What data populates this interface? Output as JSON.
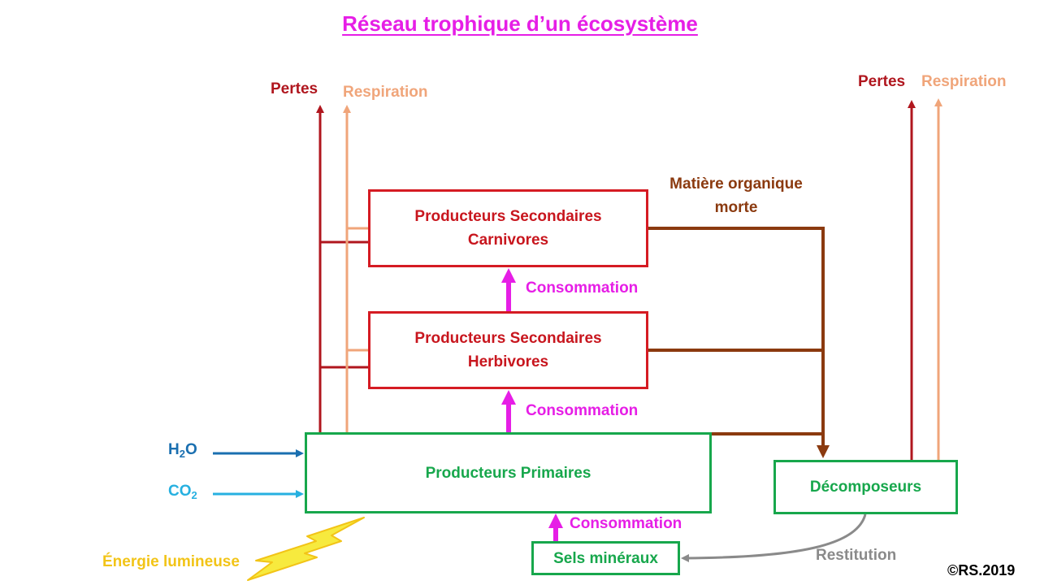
{
  "title": "Réseau trophique d’un écosystème",
  "boxes": {
    "carnivores": {
      "line1": "Producteurs Secondaires",
      "line2": "Carnivores"
    },
    "herbivores": {
      "line1": "Producteurs Secondaires",
      "line2": "Herbivores"
    },
    "primaires": "Producteurs Primaires",
    "decomposeurs": "Décomposeurs",
    "sels": "Sels minéraux"
  },
  "labels": {
    "pertes_left": "Pertes",
    "respiration_left": "Respiration",
    "pertes_right": "Pertes",
    "respiration_right": "Respiration",
    "matiere": {
      "line1": "Matière organique",
      "line2": "morte"
    },
    "consommation_1": "Consommation",
    "consommation_2": "Consommation",
    "consommation_3": "Consommation",
    "h2o": {
      "main": "H",
      "sub": "2",
      "end": "O"
    },
    "co2": {
      "main": "CO",
      "sub": "2"
    },
    "energie": "Énergie lumineuse",
    "restitution": "Restitution",
    "copyright": "©RS.2019"
  },
  "colors": {
    "title": "#e61ee6",
    "pertes": "#b0161e",
    "respiration": "#f0a57a",
    "matiere_organique": "#8b3a0f",
    "consommation": "#e61ee6",
    "producteurs_secondaires": "#d51b23",
    "producteurs_primaires": "#17a74c",
    "h2o": "#1a6fb0",
    "co2": "#26b0e0",
    "energie": "#f2c417",
    "restitution": "#8a8a8a"
  }
}
